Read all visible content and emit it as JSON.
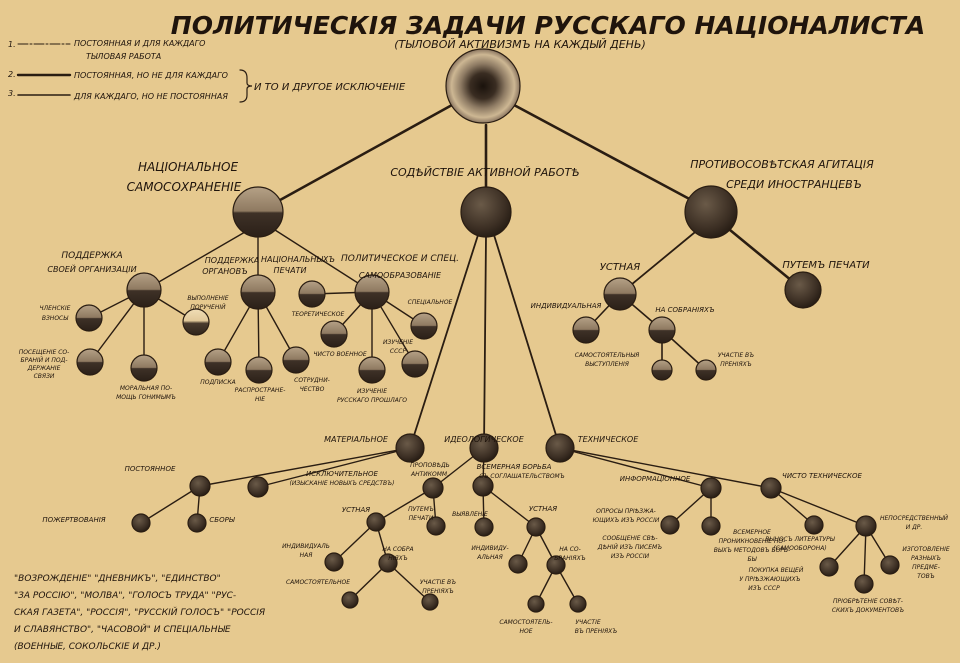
{
  "colors": {
    "paper": "#e6c98f",
    "ink": "#1f140c",
    "node_dark": "#3d3026",
    "node_mid": "#6f5f4e"
  },
  "title": "ПОЛИТИЧЕСКIЯ ЗАДАЧИ РУССКАГО НАЦIОНАЛИСТА",
  "subtitle": "(ТЫЛОВОЙ АКТИВИЗМЪ НА КАЖДЫЙ ДЕНЬ)",
  "legend": {
    "items": [
      {
        "num": "1.",
        "text": "ПОСТОЯННАЯ И ДЛЯ КАЖДАГО",
        "text2": "ТЫЛОВАЯ РАБОТА"
      },
      {
        "num": "2.",
        "text": "ПОСТОЯННАЯ, НО НЕ ДЛЯ КАЖДАГО"
      },
      {
        "num": "3.",
        "text": "ДЛЯ КАЖДАГО, НО НЕ ПОСТОЯННАЯ"
      }
    ],
    "brace_note": "И ТО И ДРУГОЕ ИСКЛЮЧЕНIЕ"
  },
  "branches": {
    "self_preservation": {
      "line1": "НАЦIОНАЛЬНОЕ",
      "line2": "САМОСОХРАНЕНIЕ"
    },
    "active_work": "СОДѢЙСТВIЕ АКТИВНОЙ РАБОТѢ",
    "agitation": {
      "line1": "ПРОТИВОСОВѢТСКАЯ АГИТАЦIЯ",
      "line2": "СРЕДИ ИНОСТРАНЦЕВЪ"
    }
  },
  "self_pres_children": {
    "org_support": {
      "line1": "ПОДДЕРЖКА",
      "line2": "СВОЕЙ ОРГАНИЗАЦIИ"
    },
    "organs": {
      "line1": "ПОДДЕРЖКА",
      "line2": "ОРГАНОВЪ"
    },
    "press": {
      "line1": "НАЦIОНАЛЬНЫХЪ",
      "line2": "ПЕЧАТИ"
    },
    "political": {
      "line1": "ПОЛИТИЧЕСКОЕ И СПЕЦ.",
      "line2": "САМООБРАЗОВАНIЕ"
    },
    "member_dues": {
      "line1": "ЧЛЕНСКIЕ",
      "line2": "ВЗНОСЫ"
    },
    "visits": {
      "line1": "ПОСЕЩЕНIЕ СО-",
      "line2": "БРАНIЙ И ПОД-",
      "line3": "ДЕРЖАНIЕ",
      "line4": "СВЯЗИ"
    },
    "moral": {
      "line1": "МОРАЛЬНАЯ ПО-",
      "line2": "МОЩЬ ГОНИМЫМЪ"
    },
    "instructions": {
      "line1": "ВЫПОЛНЕНIЕ",
      "line2": "ПОРУЧЕНIЙ"
    },
    "subscription": "ПОДПИСКА",
    "distribution": {
      "line1": "РАСПРОСТРАНЕ-",
      "line2": "НIЕ"
    },
    "cooperation": {
      "line1": "СОТРУДНИ-",
      "line2": "ЧЕСТВО"
    },
    "theoretical": "ТЕОРЕТИЧЕСКОЕ",
    "purely_military": "ЧИСТО ВОЕННОЕ",
    "special": "СПЕЦIАЛЬНОЕ",
    "ussr_study": {
      "line1": "ИЗУЧЕНIЕ",
      "line2": "СССР"
    },
    "russia_past": {
      "line1": "ИЗУЧЕНIЕ",
      "line2": "РУССКАГО ПРОШЛАГО"
    }
  },
  "agit_children": {
    "oral": "УСТНАЯ",
    "print": "ПУТЕМЪ ПЕЧАТИ",
    "individual": "ИНДИВИДУАЛЬНАЯ",
    "meetings": "НА СОБРАНIЯХЪ",
    "speeches": {
      "line1": "САМОСТОЯТЕЛЬНЫЯ",
      "line2": "ВЫСТУПЛЕНIЯ"
    },
    "debates": {
      "line1": "УЧАСТIЕ ВЪ",
      "line2": "ПРЕНIЯХЪ"
    }
  },
  "active_children": {
    "material": "МАТЕРIАЛЬНОЕ",
    "ideological": "ИДЕОЛОГИЧЕСКОЕ",
    "technical": "ТЕХНИЧЕСКОЕ",
    "permanent": "ПОСТОЯННОЕ",
    "exceptional": {
      "line1": "ИСКЛЮЧИТЕЛЬНОЕ",
      "line2": "(ИЗЫСКАНIЕ НОВЫХЪ СРЕДСТВЪ)"
    },
    "donations": "ПОЖЕРТВОВАНIЯ",
    "collections": "СБОРЫ",
    "anti_propaganda": {
      "line1": "ПРОПОВѢДЬ",
      "line2": "АНТИКОММ."
    },
    "struggle": {
      "line1": "ВСЕМЕРНАЯ БОРЬБА",
      "line2": "СЪ СОГЛАШАТЕЛЬСТВОМЪ"
    },
    "ideo_oral": "УСТНАЯ",
    "ideo_print": {
      "line1": "ПУТЕМЪ",
      "line2": "ПЕЧАТИ"
    },
    "exposure": "ВЫЯВЛЕНIЕ",
    "struggle_oral": "УСТНАЯ",
    "ideo_individual": {
      "line1": "ИНДИВИДУАЛЬ",
      "line2": "НАЯ"
    },
    "ideo_meetings": {
      "line1": "НА СОБРА",
      "line2": "НIЯХЪ"
    },
    "ideo_speech": "САМОСТОЯТЕЛЬНОЕ",
    "ideo_debates": {
      "line1": "УЧАСТIЕ ВЪ",
      "line2": "ПРЕНIЯХЪ"
    },
    "struggle_individual": {
      "line1": "ИНДИВИДУ-",
      "line2": "АЛЬНАЯ"
    },
    "struggle_meetings": {
      "line1": "НА СО-",
      "line2": "БРАНIЯХЪ"
    },
    "struggle_speech": {
      "line1": "САМОСТОЯТЕЛЬ-",
      "line2": "НОЕ"
    },
    "struggle_debates": {
      "line1": "УЧАСТIЕ",
      "line2": "ВЪ ПРЕНIЯХЪ"
    },
    "informational": "ИНФОРМАЦIОННОЕ",
    "purely_technical": "ЧИСТО ТЕХНИЧЕСКОЕ",
    "interview": {
      "line1": "ОПРОСЫ ПРIѢЗЖА-",
      "line2": "ЮЩИХЪ ИЗЪ РОССIИ"
    },
    "messages": {
      "line1": "СООБЩЕНIЕ СВѢ-",
      "line2": "ДѢНIЙ ИЗЪ ПИСЕМЪ",
      "line3": "ИЗЪ РОССIИ"
    },
    "study_methods": {
      "line1": "ВСЕМЕРНОЕ",
      "line2": "ПРОНИКНОВЕНIЕ НО-",
      "line3": "ВЫХЪ МЕТОДОВЪ БОРЬ-",
      "line4": "БЫ"
    },
    "bolshevik_lit": {
      "line1": "ВЫНОСЪ ЛИТЕРАТУРЫ",
      "line2": "(САМООБОРОНА)"
    },
    "direct_action": {
      "line1": "НЕПОСРЕДСТВЕННЫЙ",
      "line2": "И ДР."
    },
    "purchase": {
      "line1": "ПОКУПКА ВЕЩЕЙ",
      "line2": "У ПРIѢЗЖАЮЩИХЪ",
      "line3": "ИЗЪ СССР"
    },
    "documents": {
      "line1": "ПРIОБРѢТЕНIЕ СОВѢТ-",
      "line2": "СКИХЪ ДОКУМЕНТОВЪ"
    },
    "manufacture": {
      "line1": "ИЗГОТОВЛЕНIЕ",
      "line2": "РАЗНЫХЪ",
      "line3": "ПРЕДМЕ-",
      "line4": "ТОВЪ"
    }
  },
  "footnote": {
    "line1": "\"ВОЗРОЖДЕНIЕ\" \"ДНЕВНИКЪ\", \"ЕДИНСТВО\"",
    "line2": "\"ЗА РОССIЮ\", \"МОЛВА\", \"ГОЛОСЪ ТРУДА\" \"РУС-",
    "line3": "СКАЯ ГАЗЕТА\", \"РОССIЯ\", \"РУССКIЙ ГОЛОСЪ\" \"РОССIЯ",
    "line4": "И СЛАВЯНСТВО\", \"ЧАСОВОЙ\" И СПЕЦIАЛЬНЫЕ",
    "line5": "(ВОЕННЫЕ, СОКОЛЬСКIЕ И ДР.)"
  }
}
